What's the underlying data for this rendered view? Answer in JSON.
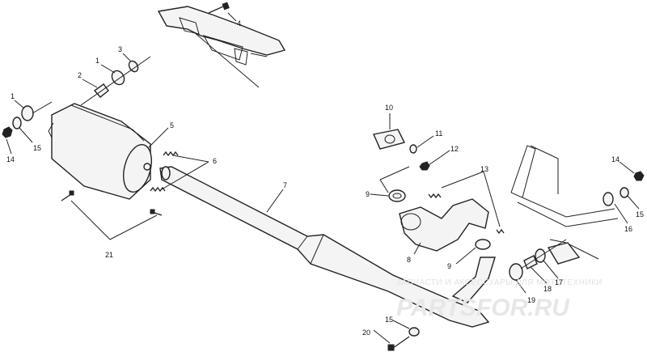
{
  "callouts": [
    {
      "id": "c4a",
      "text": "4"
    },
    {
      "id": "c3",
      "text": "3"
    },
    {
      "id": "c1a",
      "text": "1"
    },
    {
      "id": "c2",
      "text": "2"
    },
    {
      "id": "c1b",
      "text": "1"
    },
    {
      "id": "c15a",
      "text": "15"
    },
    {
      "id": "c14a",
      "text": "14"
    },
    {
      "id": "c5",
      "text": "5"
    },
    {
      "id": "c6",
      "text": "6"
    },
    {
      "id": "c7",
      "text": "7"
    },
    {
      "id": "c21",
      "text": "21"
    },
    {
      "id": "c10",
      "text": "10"
    },
    {
      "id": "c11",
      "text": "11"
    },
    {
      "id": "c12",
      "text": "12"
    },
    {
      "id": "c13",
      "text": "13"
    },
    {
      "id": "c9a",
      "text": "9"
    },
    {
      "id": "c8",
      "text": "8"
    },
    {
      "id": "c9b",
      "text": "9"
    },
    {
      "id": "c14b",
      "text": "14"
    },
    {
      "id": "c16",
      "text": "16"
    },
    {
      "id": "c15b",
      "text": "15"
    },
    {
      "id": "c17",
      "text": "17"
    },
    {
      "id": "c18",
      "text": "18"
    },
    {
      "id": "c19",
      "text": "19"
    },
    {
      "id": "c15c",
      "text": "15"
    },
    {
      "id": "c20",
      "text": "20"
    }
  ],
  "watermark": {
    "line1": "ЗАПЧАСТИ И АКСЕССУАРЫ ДЛЯ МОТОТЕХНИКИ",
    "line2": "PARTSFOR.RU"
  }
}
